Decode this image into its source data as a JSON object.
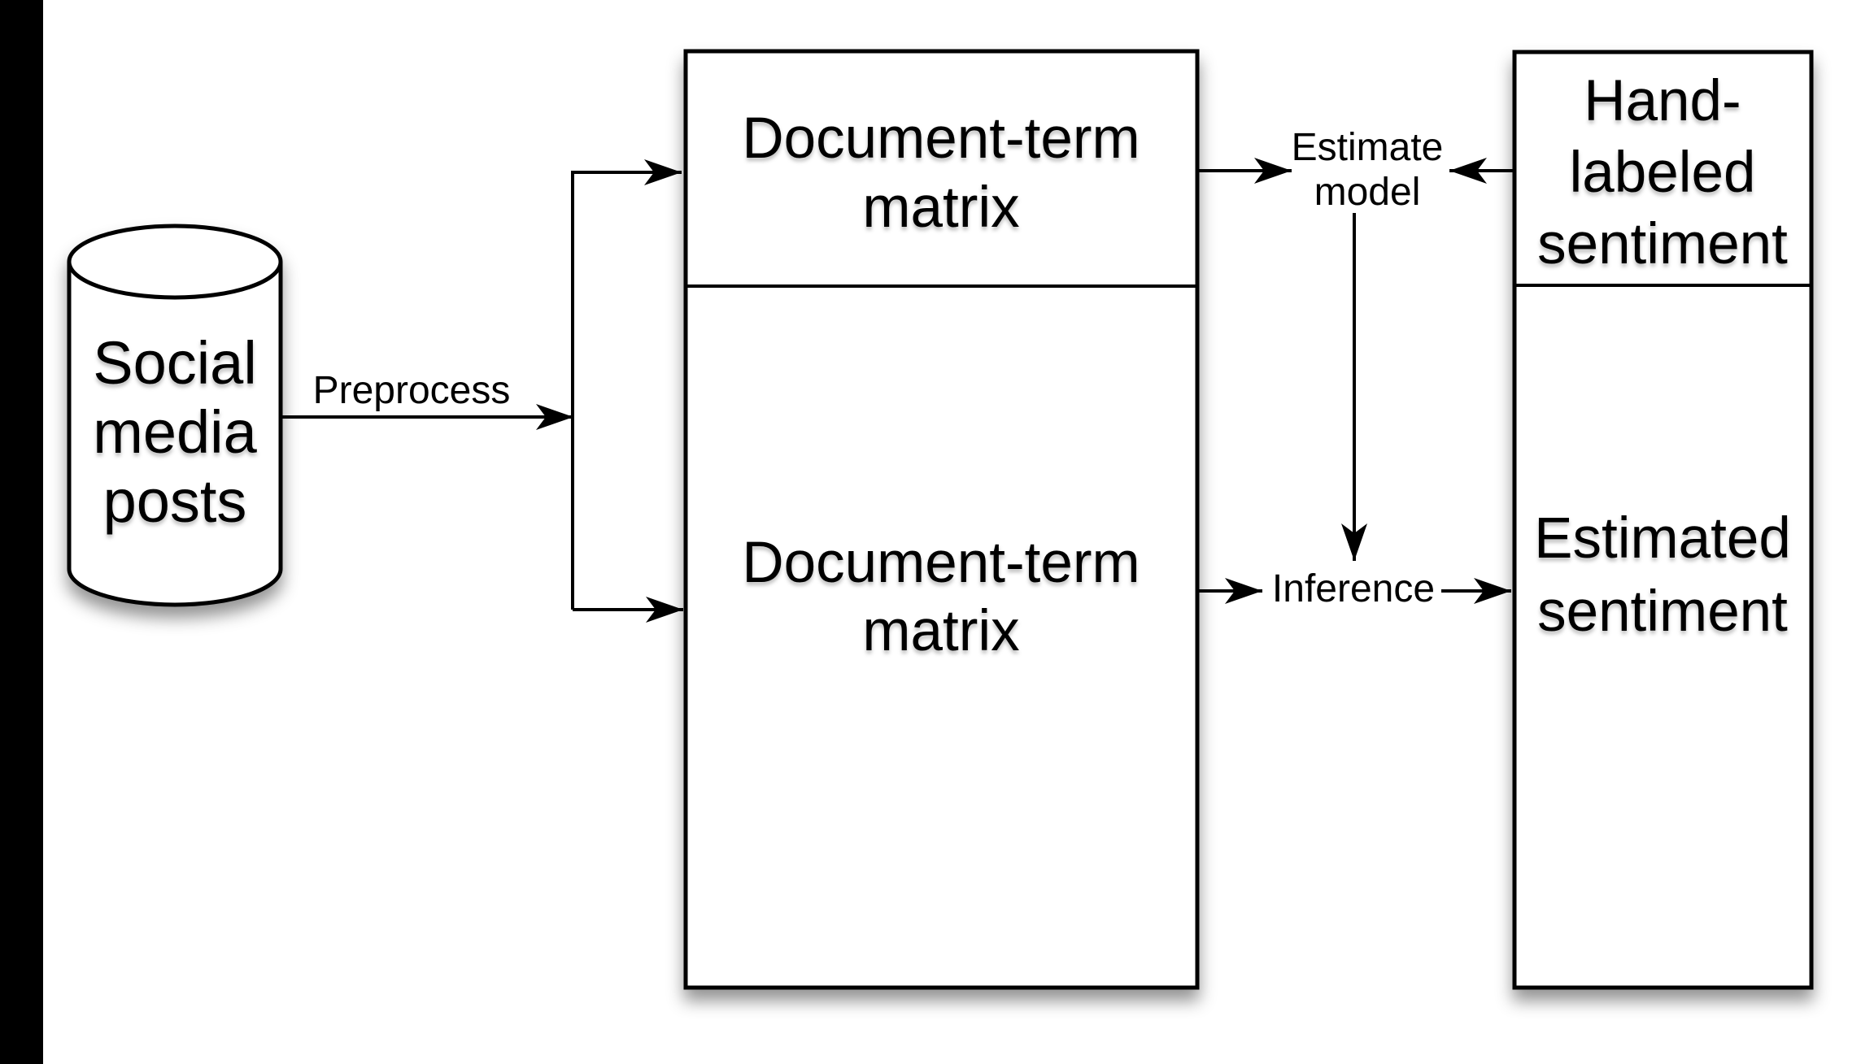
{
  "diagram": {
    "background_color": "#ffffff",
    "stroke_color": "#000000",
    "shape_fill_color": "#ffffff",
    "left_bar_color": "#000000",
    "nodes": {
      "social_media_posts": {
        "type": "cylinder",
        "line1": "Social",
        "line2": "media",
        "line3": "posts"
      },
      "document_term_matrix_top": {
        "type": "box-section",
        "line1": "Document-term",
        "line2": "matrix"
      },
      "document_term_matrix_bottom": {
        "type": "box-section",
        "line1": "Document-term",
        "line2": "matrix"
      },
      "hand_labeled_sentiment": {
        "type": "box-section",
        "line1": "Hand-",
        "line2": "labeled",
        "line3": "sentiment"
      },
      "estimated_sentiment": {
        "type": "box-section",
        "line1": "Estimated",
        "line2": "sentiment"
      }
    },
    "edge_labels": {
      "preprocess": "Preprocess",
      "estimate_model_line1": "Estimate",
      "estimate_model_line2": "model",
      "inference": "Inference"
    }
  }
}
